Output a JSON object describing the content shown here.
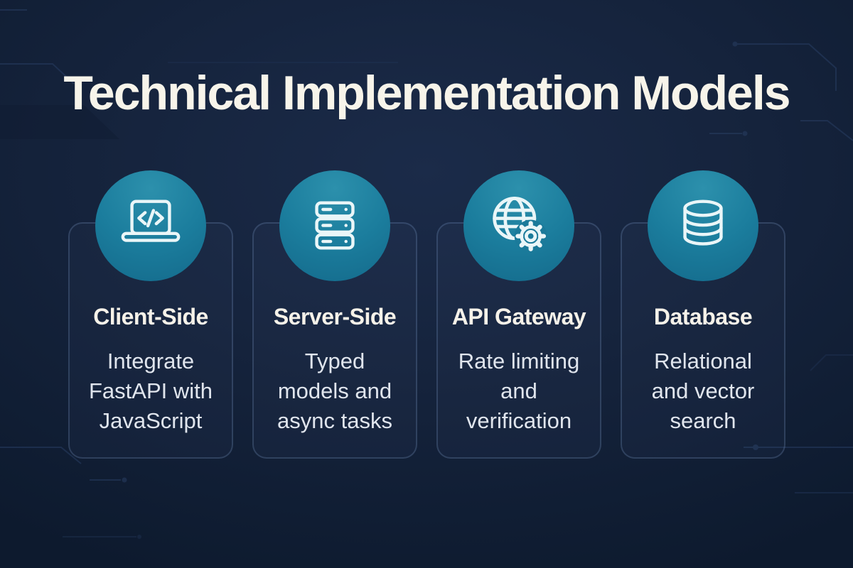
{
  "page": {
    "title": "Technical Implementation Models"
  },
  "cards": [
    {
      "id": "client-side",
      "title": "Client-Side",
      "icon": "laptop-code-icon",
      "lines": [
        "Integrate",
        "FastAPI with",
        "JavaScript"
      ]
    },
    {
      "id": "server-side",
      "title": "Server-Side",
      "icon": "server-stack-icon",
      "lines": [
        "Typed",
        "models and",
        "async tasks"
      ]
    },
    {
      "id": "api-gateway",
      "title": "API Gateway",
      "icon": "globe-gear-icon",
      "lines": [
        "Rate limiting",
        "and",
        "verification"
      ]
    },
    {
      "id": "database",
      "title": "Database",
      "icon": "database-icon",
      "lines": [
        "Relational",
        "and vector",
        "search"
      ]
    }
  ],
  "colors": {
    "background_center": "#1b2b49",
    "background_edge": "#0d1a2e",
    "icon_circle_teal": "#1b7d9d",
    "icon_stroke": "#eaf6f8",
    "title_text": "#f7f4ea",
    "heading_text": "#f6f2e9",
    "body_text": "#e0e5ed",
    "card_border": "#33496e",
    "circuit_trace": "#2a4066"
  }
}
